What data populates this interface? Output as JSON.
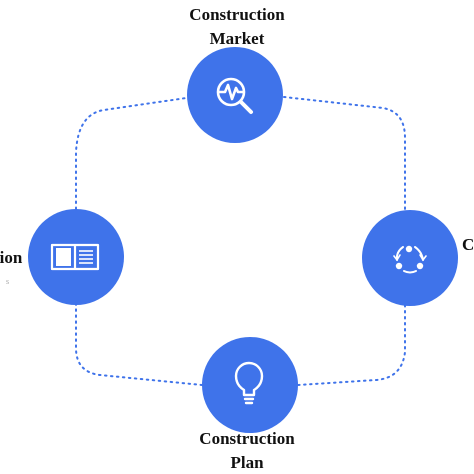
{
  "nodes": {
    "top": {
      "label_line1": "Construction",
      "label_line2": "Market",
      "icon": "magnifier-pulse-icon"
    },
    "left": {
      "label_line1": "tion",
      "label_sub": "s",
      "icon": "open-book-icon"
    },
    "right": {
      "label_line1": "C",
      "icon": "cycle-arrows-icon"
    },
    "bottom": {
      "label_line1": "Construction",
      "label_line2": "Plan",
      "icon": "lightbulb-icon"
    }
  },
  "colors": {
    "node_fill": "#3f73ea",
    "icon_stroke": "#ffffff",
    "connector": "#3f73ea",
    "label_text": "#111111"
  }
}
